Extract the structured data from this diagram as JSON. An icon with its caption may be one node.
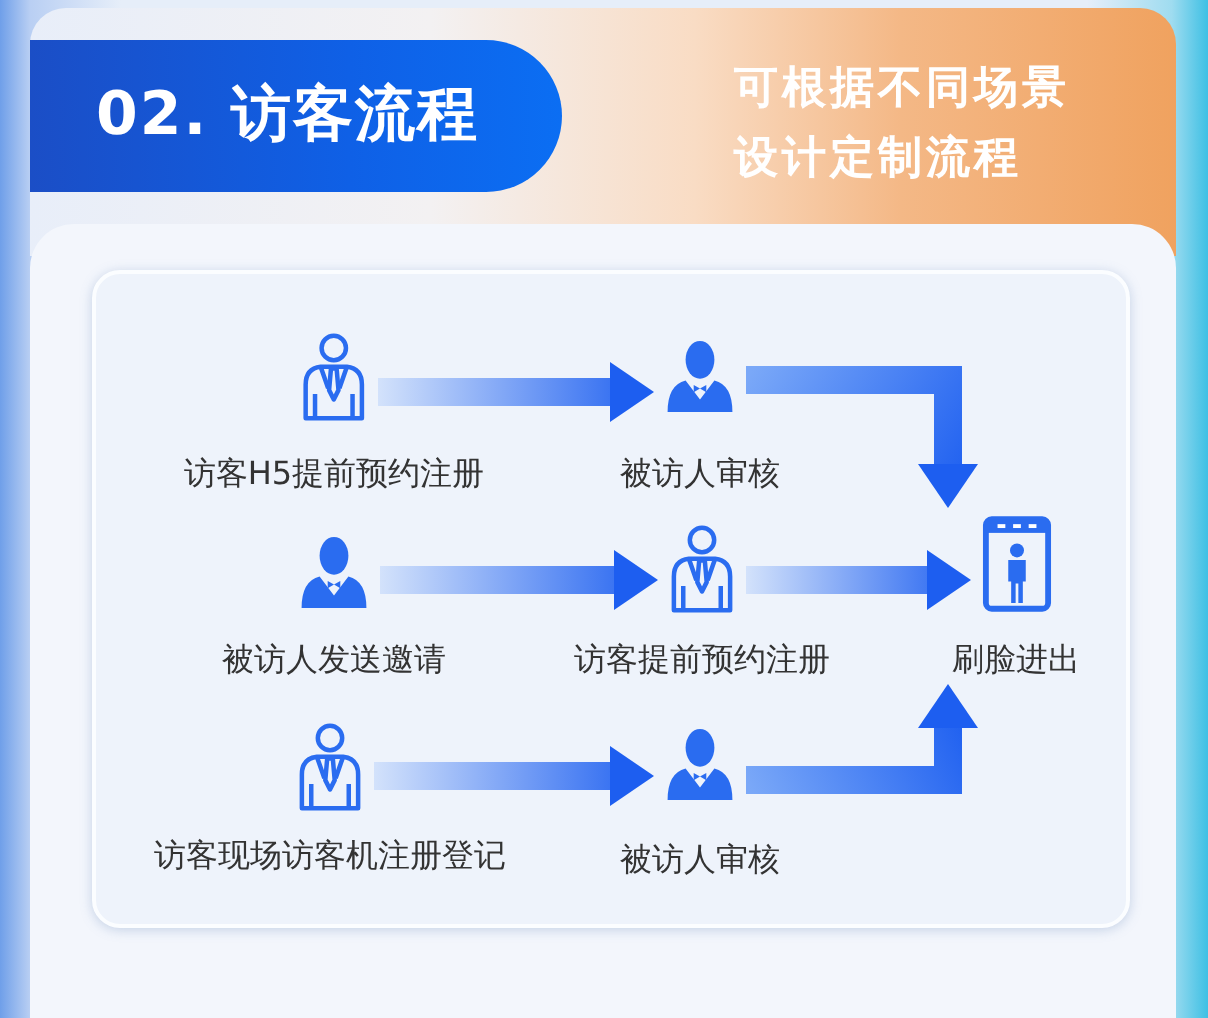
{
  "diagram": {
    "title": "02. 访客流程",
    "nodes": [
      {
        "text": [
          "访客H5提前预约注册"
        ]
      },
      {
        "text": [
          "被访人审核"
        ]
      },
      {
        "text": [
          "被访人发送邀请"
        ]
      },
      {
        "text": [
          "访客提前预约注册"
        ]
      },
      {
        "text": [
          "刷脸进出"
        ]
      },
      {
        "text": [
          "访客现场访客机注册登记"
        ]
      },
      {
        "text": [
          "被访人审核"
        ]
      }
    ],
    "edges": [
      {
        "from": 0,
        "to": 1,
        "arrow": "to"
      },
      {
        "from": 1,
        "to": 4,
        "arrow": "to"
      },
      {
        "from": 2,
        "to": 3,
        "arrow": "to"
      },
      {
        "from": 3,
        "to": 4,
        "arrow": "to"
      },
      {
        "from": 5,
        "to": 6,
        "arrow": "to"
      },
      {
        "from": 6,
        "to": 4,
        "arrow": "to"
      }
    ],
    "labels": [
      "可根据不同场景设计定制流程"
    ]
  }
}
